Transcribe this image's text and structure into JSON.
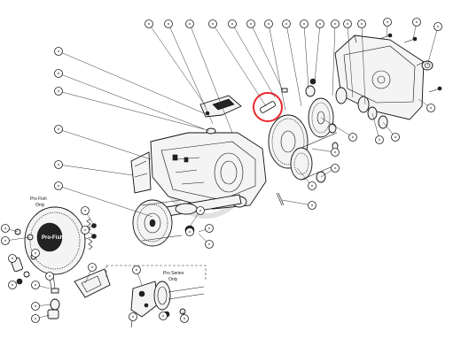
{
  "notes": {
    "pro_fish": [
      "Pro Fish",
      "Only"
    ],
    "pro_series": [
      "Pro Series",
      "Only"
    ]
  },
  "logo": {
    "text": "Pro-Fish"
  },
  "highlight": {
    "color": "#e8262b",
    "shape": "circle"
  },
  "colors": {
    "line": "#111111",
    "background": "#ffffff"
  }
}
